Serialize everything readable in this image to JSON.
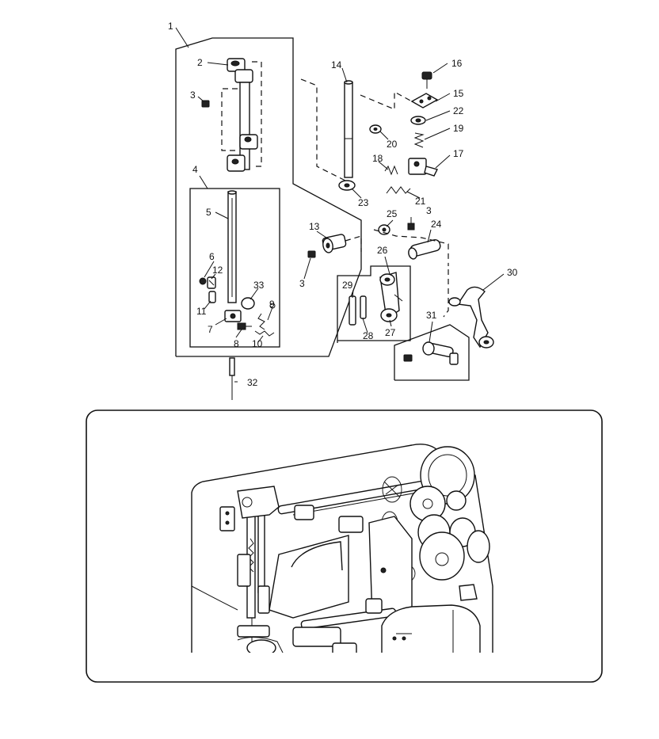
{
  "diagram": {
    "part_numbers": [
      "1",
      "2",
      "3",
      "4",
      "5",
      "6",
      "12",
      "11",
      "7",
      "33",
      "9",
      "8",
      "10",
      "32",
      "14",
      "16",
      "15",
      "22",
      "20",
      "19",
      "18",
      "17",
      "23",
      "21",
      "25",
      "3",
      "24",
      "13",
      "3",
      "26",
      "29",
      "28",
      "27",
      "30",
      "31"
    ]
  }
}
